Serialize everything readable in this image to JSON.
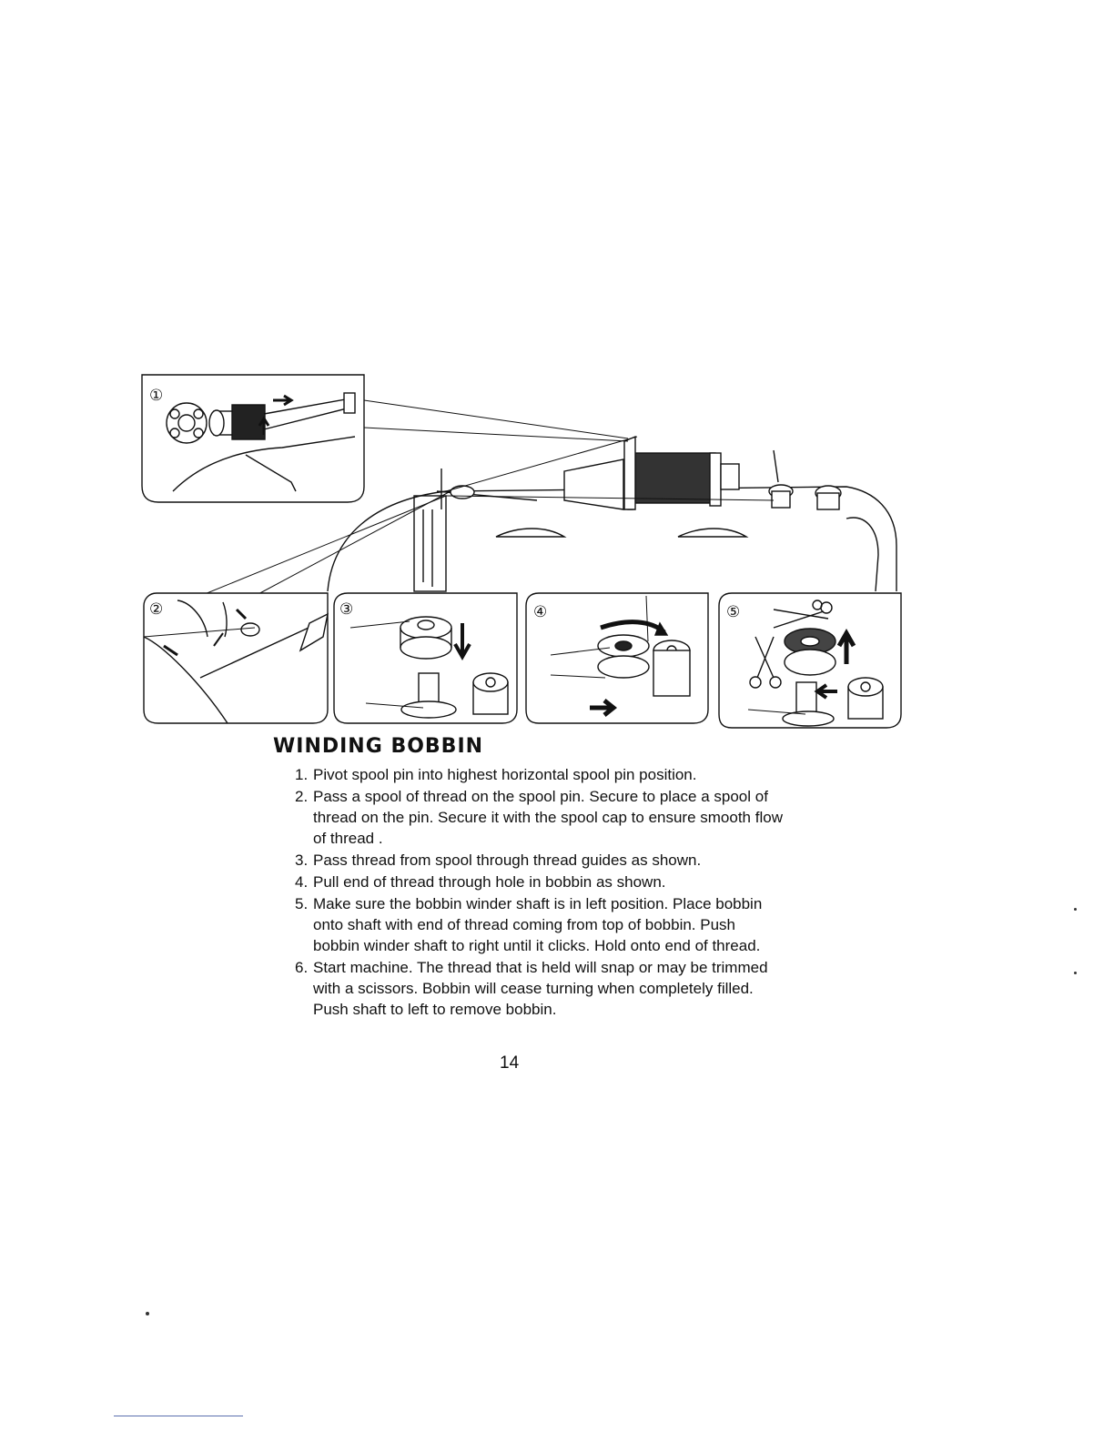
{
  "figure": {
    "panel_labels": [
      "①",
      "②",
      "③",
      "④",
      "⑤"
    ]
  },
  "section": {
    "title": "WINDING BOBBIN",
    "steps": [
      {
        "num": "1.",
        "text": "Pivot spool pin into highest horizontal spool pin position."
      },
      {
        "num": "2.",
        "text": "Pass a spool of thread on the spool pin. Secure to place a spool of thread on the pin. Secure it with the spool cap to ensure smooth flow of thread ."
      },
      {
        "num": "3.",
        "text": "Pass thread from spool through thread guides as shown."
      },
      {
        "num": "4.",
        "text": "Pull end of thread through hole in bobbin as shown."
      },
      {
        "num": "5.",
        "text": "Make sure the bobbin winder shaft is in left position. Place bobbin onto shaft with end of thread coming from top of bobbin. Push bobbin winder shaft to right until it clicks. Hold onto end of thread."
      },
      {
        "num": "6.",
        "text": "Start machine. The thread that is held will snap or may be trimmed with a scissors. Bobbin will cease turning when completely filled. Push shaft to left to remove bobbin."
      }
    ]
  },
  "page_number": "14"
}
